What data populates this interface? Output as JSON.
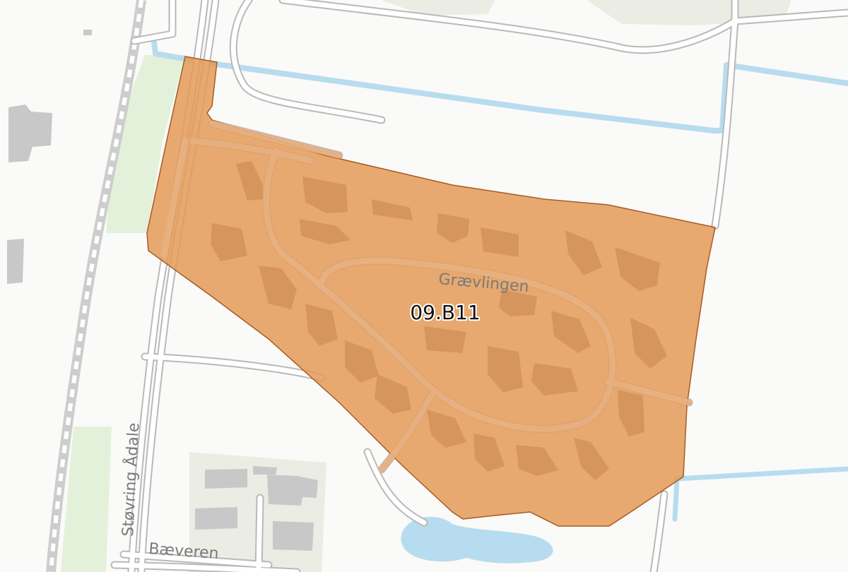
{
  "map": {
    "zone_code": "09.B11",
    "road_labels": {
      "graevlingen": "Grævlingen",
      "stovring_aadale": "Støvring Ådale",
      "baeveren": "Bæveren"
    },
    "colors": {
      "background": "#fafaf8",
      "zone_fill": "#e39a57",
      "zone_stroke": "#a85a24",
      "green_area": "#e3f1da",
      "water": "#b8dcef",
      "road_casing": "#b9b9b9",
      "road_fill": "#ffffff",
      "building": "#c8c8c8",
      "building_in_zone": "#d6955d",
      "railway": "#c8c8c8",
      "paved_area": "#ebece3"
    }
  }
}
